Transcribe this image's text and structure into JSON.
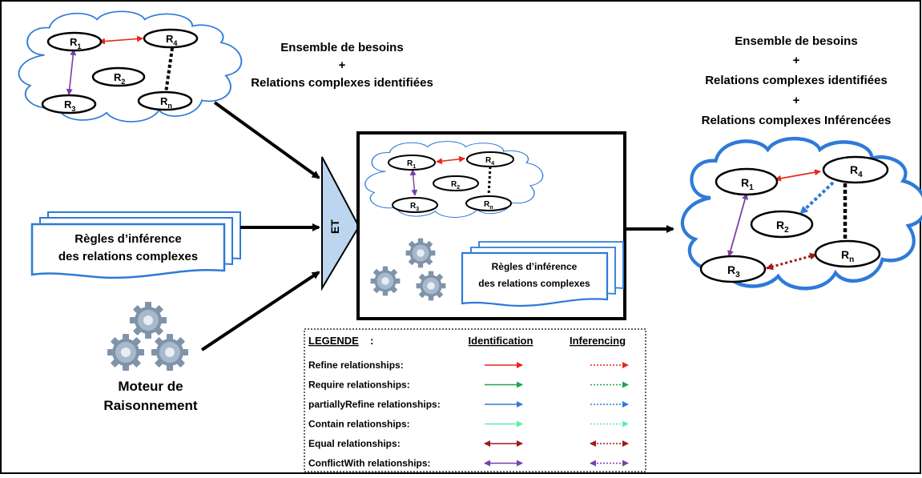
{
  "top_left_caption": {
    "line1": "Ensemble de besoins",
    "plus": "+",
    "line2": "Relations complexes identifiées"
  },
  "top_right_caption": {
    "line1": "Ensemble de besoins",
    "plus1": "+",
    "line2": "Relations complexes identifiées",
    "plus2": "+",
    "line3": "Relations complexes  Inférencées"
  },
  "requirement_labels": {
    "r1": "R",
    "r1_sub": "1",
    "r2": "R",
    "r2_sub": "2",
    "r3": "R",
    "r3_sub": "3",
    "r4": "R",
    "r4_sub": "4",
    "rn": "R",
    "rn_sub": "n"
  },
  "rules_document": {
    "line1": "Règles d’inférence",
    "line2": "des relations complexes"
  },
  "inner_rules_document": {
    "line1": "Règles d’inférence",
    "line2": "des relations complexes"
  },
  "engine": {
    "line1": "Moteur de",
    "line2": "Raisonnement"
  },
  "et_label": "ET",
  "legend": {
    "title": "LEGENDE",
    "title_suffix": ":",
    "col_identification": "Identification",
    "col_inferencing": "Inferencing",
    "rows": [
      {
        "label": "Refine relationships:",
        "color": "#e8261b",
        "style": "forward"
      },
      {
        "label": "Require relationships:",
        "color": "#1fa64a",
        "style": "forward"
      },
      {
        "label": "partiallyRefine relationships:",
        "color": "#2f7bd9",
        "style": "forward"
      },
      {
        "label": "Contain relationships:",
        "color": "#5ef0a8",
        "style": "forward"
      },
      {
        "label": "Equal relationships:",
        "color": "#a01818",
        "style": "both"
      },
      {
        "label": "ConflictWith relationships:",
        "color": "#7a3fa8",
        "style": "both"
      }
    ]
  },
  "colors": {
    "cloud_stroke": "#2e7ad9",
    "et_fill": "#bcd6ef",
    "refine": "#e8261b",
    "equal": "#a01818",
    "conflict": "#7a3fa8",
    "partial_refine": "#2f7bd9"
  }
}
